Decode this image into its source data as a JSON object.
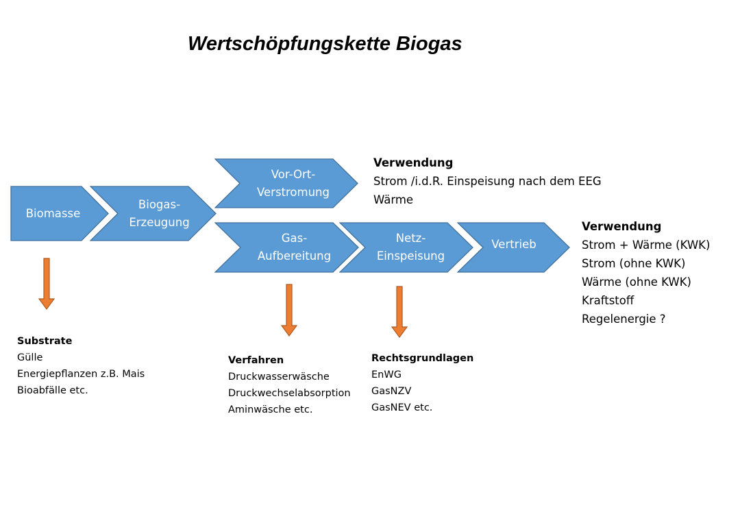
{
  "title": "Wertschöpfungskette Biogas",
  "colors": {
    "chevron_fill": "#5b9bd5",
    "chevron_stroke": "#41719c",
    "arrow_fill": "#ed7d31",
    "arrow_stroke": "#ae5a21",
    "label_text": "#ffffff"
  },
  "chevrons": {
    "biomasse": [
      "Biomasse"
    ],
    "erzeugung": [
      "Biogas-",
      "Erzeugung"
    ],
    "verstromung": [
      "Vor-Ort-",
      "Verstromung"
    ],
    "aufbereitung": [
      "Gas-",
      "Aufbereitung"
    ],
    "einspeisung": [
      "Netz-",
      "Einspeisung"
    ],
    "vertrieb": [
      "Vertrieb"
    ]
  },
  "notes": {
    "substrate": {
      "heading": "Substrate",
      "items": [
        "Gülle",
        "Energiepflanzen z.B. Mais",
        "Bioabfälle etc."
      ]
    },
    "verfahren": {
      "heading": "Verfahren",
      "items": [
        "Druckwasserwäsche",
        "Druckwechselabsorption",
        "Aminwäsche etc."
      ]
    },
    "recht": {
      "heading": "Rechtsgrundlagen",
      "items": [
        "EnWG",
        "GasNZV",
        "GasNEV etc."
      ]
    },
    "verwendung_top": {
      "heading": "Verwendung",
      "items": [
        "Strom /i.d.R. Einspeisung nach dem EEG",
        "Wärme"
      ]
    },
    "verwendung_right": {
      "heading": "Verwendung",
      "items": [
        "Strom + Wärme  (KWK)",
        "Strom (ohne KWK)",
        "Wärme (ohne KWK)",
        "Kraftstoff",
        "Regelenergie ?"
      ]
    }
  }
}
